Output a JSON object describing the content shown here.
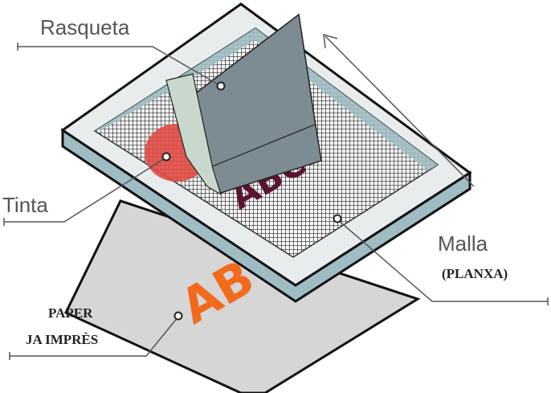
{
  "labels": {
    "squeegee": "Rasqueta",
    "ink": "Tinta",
    "mesh": "Malla",
    "mesh_sub": "(PLANXA)",
    "paper_line1": "PAPER",
    "paper_line2": "JA IMPRÈS"
  },
  "printed_text": {
    "paper": "AB",
    "mesh": "ABC"
  },
  "colors": {
    "frame_top": "#e8ecec",
    "frame_side": "#9fbcc4",
    "squeegee": "#7d8c92",
    "blade": "#c9d8cc",
    "ink": "#e04a42",
    "print": "#f26a1b",
    "mesh_print": "#5a1430",
    "paper": "#d6d6d6"
  }
}
